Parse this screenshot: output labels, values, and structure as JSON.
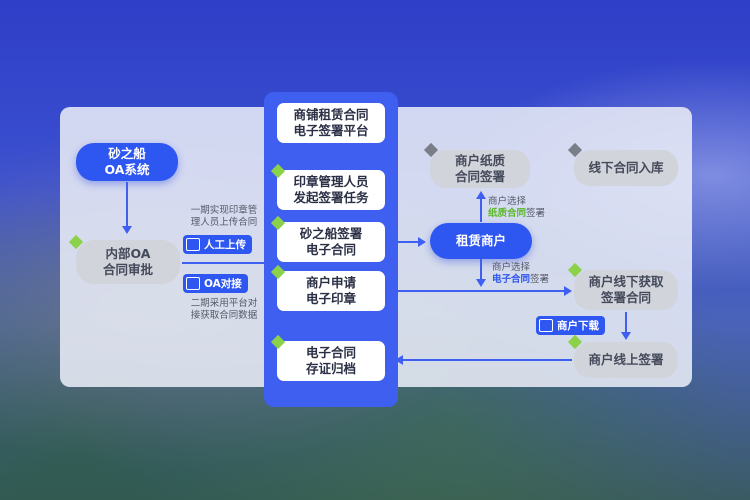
{
  "nodes": {
    "oa_system": "砂之船\nOA系统",
    "internal_oa": "内部OA\n合同审批",
    "platform": "商铺租赁合同\n电子签署平台",
    "seal_manager": "印章管理人员\n发起签署任务",
    "szc_sign": "砂之船签署\n电子合同",
    "merchant_seal": "商户申请\n电子印章",
    "archive": "电子合同\n存证归档",
    "tenant": "租赁商户",
    "paper_sign": "商户纸质\n合同签署",
    "offline_store": "线下合同入库",
    "offline_get": "商户线下获取\n签署合同",
    "online_sign": "商户线上签署"
  },
  "notes": {
    "phase1": "一期实现印章管\n理人员上传合同",
    "phase2": "二期采用平台对\n接获取合同数据",
    "choose_paper_prefix": "商户选择",
    "choose_paper_hl": "纸质合同",
    "choose_paper_suffix": "签署",
    "choose_e_prefix": "商户选择",
    "choose_e_hl": "电子合同",
    "choose_e_suffix": "签署"
  },
  "tags": {
    "manual_upload": "人工上传",
    "oa_connect": "OA对接",
    "merchant_download": "商户下载"
  },
  "colors": {
    "primary_blue": "#2e56f0",
    "center_column": "#3f5ff0",
    "green_marker": "#8bd24a",
    "gray_marker": "#7a7e88"
  }
}
